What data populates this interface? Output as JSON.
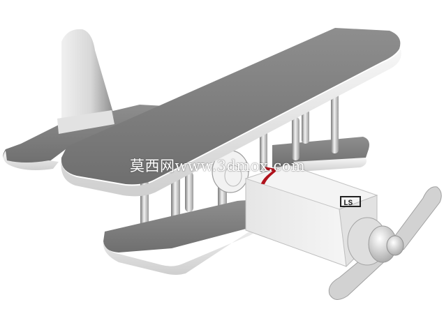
{
  "scene": {
    "subject": "toy biplane 3D render",
    "background_color": "#ffffff",
    "model_color": "#9a9a9a",
    "highlight_color": "#f2f2f2",
    "number_color": "#b0121c"
  },
  "fuselage": {
    "number": "7",
    "logo_text": "LS"
  },
  "watermark": {
    "text": "莫西网www.3dmox.com"
  }
}
